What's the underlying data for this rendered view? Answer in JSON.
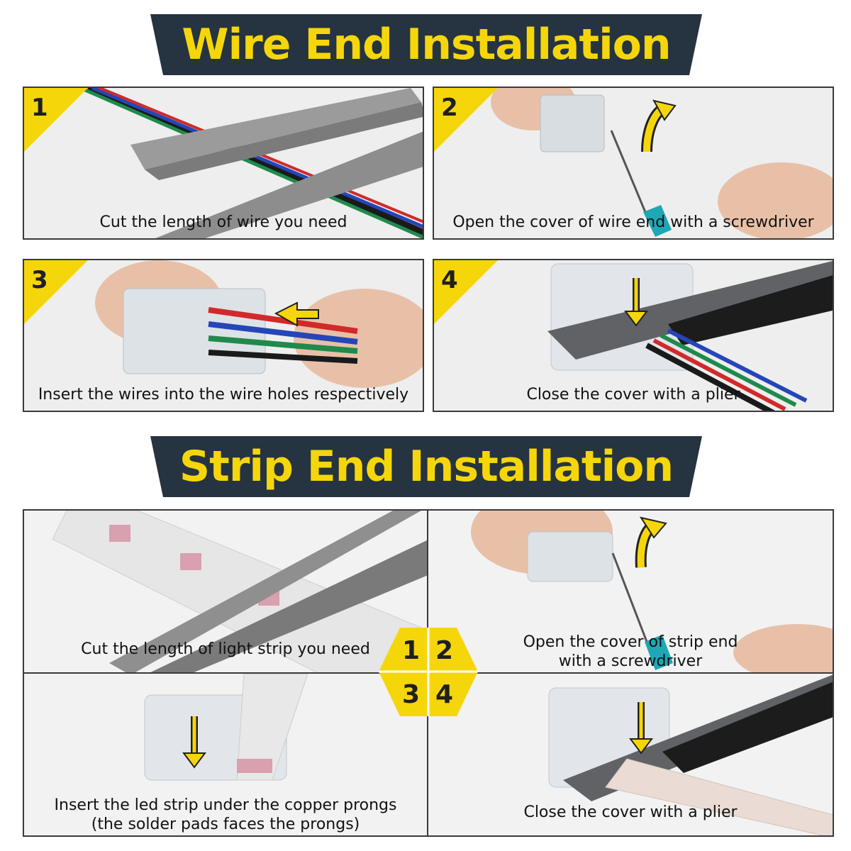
{
  "sections": {
    "wire_title": "Wire End Installation",
    "strip_title": "Strip End Installation"
  },
  "wire_steps": [
    {
      "number": "1",
      "caption": "Cut the length of wire you need"
    },
    {
      "number": "2",
      "caption": "Open the cover of wire end with a screwdriver"
    },
    {
      "number": "3",
      "caption": "Insert the wires into the wire holes respectively"
    },
    {
      "number": "4",
      "caption": "Close the cover with a plier"
    }
  ],
  "strip_steps": [
    {
      "number": "1",
      "caption_line1": "Cut the length of light strip you need",
      "caption_line2": ""
    },
    {
      "number": "2",
      "caption_line1": "Open the cover of strip end",
      "caption_line2": "with a screwdriver"
    },
    {
      "number": "3",
      "caption_line1": "Insert the led strip under the copper prongs",
      "caption_line2": "(the solder pads faces the prongs)"
    },
    {
      "number": "4",
      "caption_line1": "Close the cover with a plier",
      "caption_line2": ""
    }
  ],
  "colors": {
    "banner_bg": "#263341",
    "title_yellow": "#f5d60a",
    "badge_yellow": "#f5d60a",
    "panel_border": "#3a3a3a",
    "wire_black": "#1a1a1a",
    "wire_red": "#d12a2a",
    "wire_green": "#1f8a4c",
    "wire_blue": "#2446b8"
  },
  "icons": [
    "arrow-up-icon",
    "arrow-down-icon",
    "arrow-left-icon"
  ]
}
